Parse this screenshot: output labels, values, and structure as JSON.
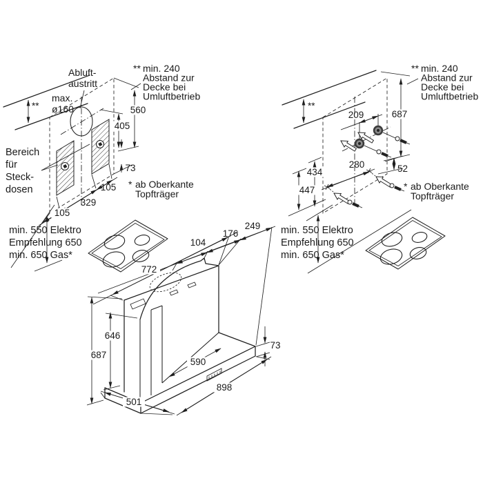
{
  "diagram": {
    "background": "#ffffff",
    "line_color": "#1f1f1f"
  },
  "notes": {
    "outlet": [
      "Abluft-",
      "austritt"
    ],
    "vent_max": "max.",
    "vent_diameter": "ø160",
    "wall_ref_marker": "**",
    "ceiling": {
      "marker": "**",
      "lines": [
        "min. 240",
        "Abstand zur",
        "Decke bei",
        "Umluftbetrieb"
      ]
    },
    "hob": {
      "marker": "*",
      "lines": [
        "ab Oberkante",
        "Topfträger"
      ]
    },
    "clearance": [
      "min. 550 Elektro",
      "Empfehlung 650",
      "min. 650 Gas*"
    ],
    "sockets": [
      "Bereich",
      "für",
      "Steck-",
      "dosen"
    ]
  },
  "left_view": {
    "dims": {
      "height_total": "560",
      "height_to_center": "405",
      "bottom_offset": "73",
      "left_inset": "105",
      "span": "329",
      "right_inset": "105"
    }
  },
  "right_view": {
    "dims": {
      "hole_spacing_top": "209",
      "height_total": "687",
      "hole_spacing_bottom": "280",
      "offset_below": "52",
      "height_434": "434",
      "height_447": "447"
    }
  },
  "product_view": {
    "dims": {
      "depth_top_front": "104",
      "depth_top_mid": "176",
      "depth_top_back": "249",
      "width_top": "772",
      "height_chimney": "646",
      "height_total": "687",
      "width_inner": "590",
      "canopy_thickness": "73",
      "width_canopy": "898",
      "depth_canopy": "501"
    }
  }
}
